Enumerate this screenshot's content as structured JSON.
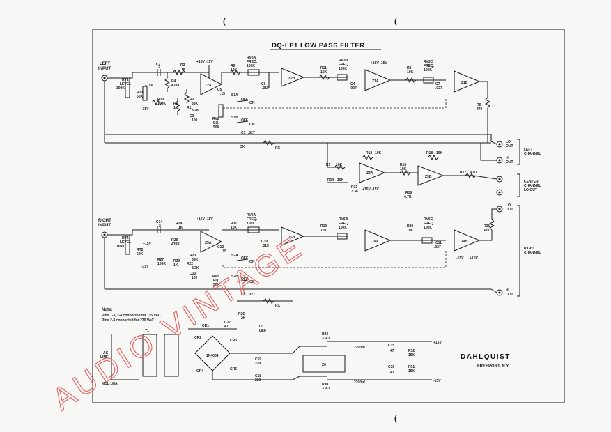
{
  "title": "DQ-LP1 LOW PASS FILTER",
  "brand": "DAHLQUIST",
  "brand_city": "FREEPORT, N.Y.",
  "watermark": "AUDIO VINTAGE",
  "notes": {
    "heading": "Note:",
    "line1": "Pins 1-3, 2-4 connected for 115 VAC.",
    "line2": "Pins 2-3 connected for 230 VAC."
  },
  "inputs": {
    "left": [
      "LEFT",
      "INPUT"
    ],
    "right": [
      "RIGHT",
      "INPUT"
    ]
  },
  "outputs": {
    "lo": [
      "LO",
      "OUT"
    ],
    "hi": [
      "HI",
      "OUT"
    ],
    "left_channel": [
      "LEFT",
      "CHANNEL"
    ],
    "center": [
      "CENTER",
      "CHANNEL",
      "LO OUT"
    ],
    "right_channel": [
      "RIGHT",
      "CHANNEL"
    ]
  },
  "supply": {
    "plus": "+15V",
    "minus": "-15V",
    "pair": "+15V -15V",
    "ac": [
      "AC",
      "LINE"
    ],
    "mdl": "MDL 1/8A"
  },
  "components": {
    "rv1": [
      "RV1",
      "LEVEL",
      "100K"
    ],
    "rt1": [
      "RT1",
      "50K"
    ],
    "c2": [
      "C2",
      "2"
    ],
    "r3": [
      "R3",
      "1K"
    ],
    "r4": [
      "R4",
      "470K"
    ],
    "r10": [
      "R10",
      "100K"
    ],
    "r5": [
      "R5",
      "1K"
    ],
    "r2": [
      "R2",
      "33K"
    ],
    "r1": [
      "R1",
      "8.2K"
    ],
    "c3": [
      "C3",
      "100"
    ],
    "c5": [
      "C5",
      ".15"
    ],
    "rv2": [
      "RV2",
      "EQ.",
      "50K"
    ],
    "z2a": "Z2A",
    "rv3a": [
      "RV3A",
      "FREQ.",
      "100K"
    ],
    "r9": [
      "R9",
      "10K"
    ],
    "c6": [
      "C6",
      ".015"
    ],
    "s1a": "S1A",
    "s1b": "S1B",
    "off": "OFF",
    "on": "ON",
    "c1": [
      "C1",
      ".027"
    ],
    "cx": "CX",
    "rx": "RX",
    "z2b": "Z2B",
    "r11": [
      "R11",
      "10K"
    ],
    "rv3b": [
      "RV3B",
      "FREQ.",
      "100K"
    ],
    "c4": [
      "C4",
      ".027"
    ],
    "z1a": "Z1A",
    "r8": [
      "R8",
      "10K"
    ],
    "rv3c": [
      "RV3C",
      "FREQ.",
      "100K"
    ],
    "c7": [
      "C7",
      ".027"
    ],
    "z1b": "Z1B",
    "r6": [
      "R6",
      "470"
    ],
    "r12": [
      "R12",
      "10K"
    ],
    "r7": [
      "R7",
      "10K"
    ],
    "z3a": "Z3A",
    "r15": [
      "R15",
      "10K"
    ],
    "r18": [
      "R18",
      "10K"
    ],
    "z3b": "Z3B",
    "r17": [
      "R17",
      "47Ω"
    ],
    "r14": [
      "R14",
      "10K"
    ],
    "r13": [
      "R13",
      "3.3K"
    ],
    "r16": [
      "R16",
      "4.7K"
    ],
    "c14": [
      "C14",
      "2"
    ],
    "rv4": [
      "RV4",
      "LEVEL",
      "100K"
    ],
    "rt2": [
      "RT2",
      "50K"
    ],
    "r24": [
      "R24",
      "1K"
    ],
    "r28": [
      "R28",
      "470K"
    ],
    "r27": [
      "R27",
      "100K"
    ],
    "r29": [
      "R29",
      "1K"
    ],
    "r23": [
      "R23",
      "33K"
    ],
    "r22": [
      "R22",
      "8.2K"
    ],
    "c13": [
      "C13",
      "100"
    ],
    "c12": [
      "C12",
      ".15"
    ],
    "rv5": [
      "RV5",
      "EQ.",
      "50K"
    ],
    "z5a": "Z5A",
    "r31": [
      "R31",
      "10K"
    ],
    "rv6a": [
      "RV6A",
      "FREQ.",
      "100K"
    ],
    "c10": [
      "C10",
      ".015"
    ],
    "s2a": "S2A",
    "s2b": "S2B",
    "c8": [
      "C8",
      ".027"
    ],
    "z5b": "Z5B",
    "r19": [
      "R19",
      "10K"
    ],
    "rv6b": [
      "RV6B",
      "FREQ.",
      "100K"
    ],
    "z4a": "Z4A",
    "r20": [
      "R20",
      "10K"
    ],
    "rv6c": [
      "RV6C",
      "FREQ.",
      "100K"
    ],
    "c11": [
      "C11",
      ".027"
    ],
    "z4b": "Z4B",
    "r21": [
      "R21",
      "470"
    ],
    "r26": [
      "R26",
      "2K"
    ],
    "d1": [
      "D1",
      "LED"
    ],
    "cr1": "CR1",
    "c17": [
      "C17",
      "47"
    ],
    "t1": "T1",
    "cr2": "CR2",
    "cr3": "CR3",
    "cr4": "CR4",
    "cr5": "CR5",
    "in4004": "1N4004",
    "c19": [
      "C19",
      "220"
    ],
    "c18": [
      "C18",
      "220"
    ],
    "r33": [
      "R33",
      "3.9Ω"
    ],
    "r30": [
      "R30",
      "3.9Ω"
    ],
    "c_top": "2200pf",
    "c_bot": "2200pf",
    "c15": [
      "C15",
      "47"
    ],
    "c16": [
      "C16",
      "47"
    ],
    "r32": [
      "R32",
      "15K"
    ],
    "r31s": [
      "R31",
      "15K"
    ],
    "z6": "Z6"
  }
}
